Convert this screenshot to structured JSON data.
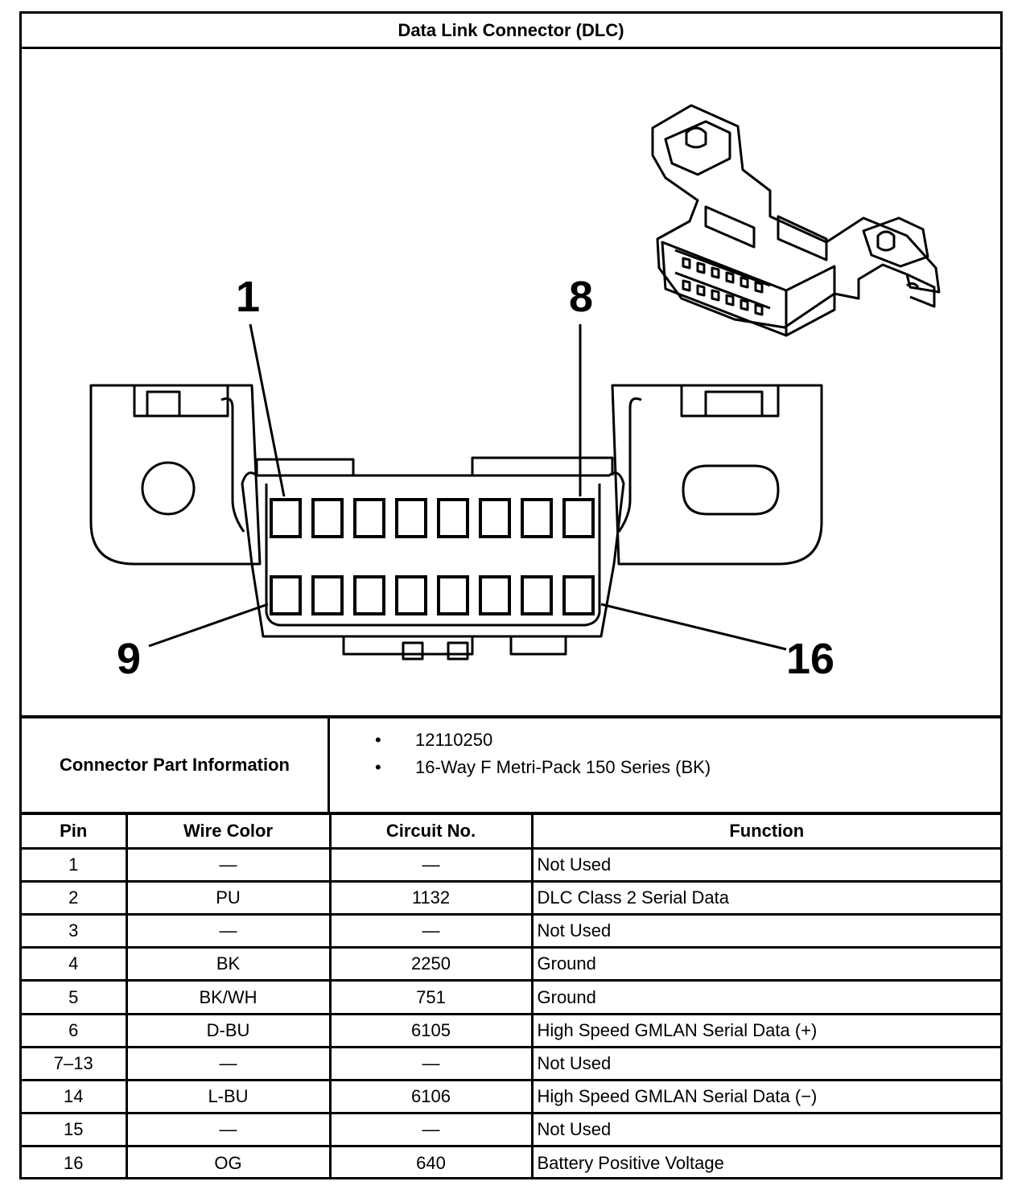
{
  "title": "Data Link Connector (DLC)",
  "diagram": {
    "pin_callouts": {
      "top_left": "1",
      "top_right": "8",
      "bottom_left": "9",
      "bottom_right": "16"
    }
  },
  "part_info": {
    "label": "Connector Part Information",
    "items": [
      "12110250",
      "16-Way F Metri-Pack 150 Series (BK)"
    ],
    "bullet": "•"
  },
  "table": {
    "headers": {
      "pin": "Pin",
      "wire_color": "Wire Color",
      "circuit": "Circuit No.",
      "function": "Function"
    },
    "rows": [
      {
        "pin": "1",
        "wire_color": "—",
        "circuit": "—",
        "function": "Not Used"
      },
      {
        "pin": "2",
        "wire_color": "PU",
        "circuit": "1132",
        "function": "DLC Class 2 Serial Data"
      },
      {
        "pin": "3",
        "wire_color": "—",
        "circuit": "—",
        "function": "Not Used"
      },
      {
        "pin": "4",
        "wire_color": "BK",
        "circuit": "2250",
        "function": "Ground"
      },
      {
        "pin": "5",
        "wire_color": "BK/WH",
        "circuit": "751",
        "function": "Ground"
      },
      {
        "pin": "6",
        "wire_color": "D-BU",
        "circuit": "6105",
        "function": "High Speed GMLAN Serial Data (+)"
      },
      {
        "pin": "7–13",
        "wire_color": "—",
        "circuit": "—",
        "function": "Not Used"
      },
      {
        "pin": "14",
        "wire_color": "L-BU",
        "circuit": "6106",
        "function": "High Speed GMLAN Serial Data (−)"
      },
      {
        "pin": "15",
        "wire_color": "—",
        "circuit": "—",
        "function": "Not Used"
      },
      {
        "pin": "16",
        "wire_color": "OG",
        "circuit": "640",
        "function": "Battery Positive Voltage"
      }
    ]
  }
}
